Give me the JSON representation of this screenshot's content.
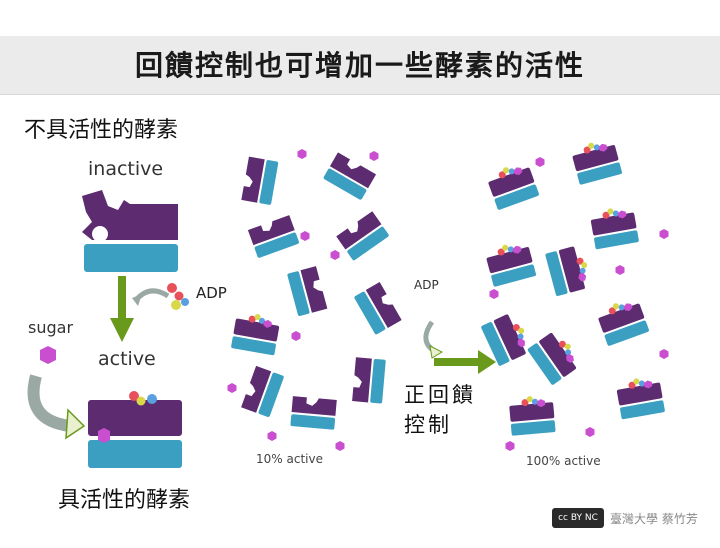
{
  "title": "回饋控制也可增加一些酵素的活性",
  "labels": {
    "inactive_enzyme": "不具活性的酵素",
    "inactive": "inactive",
    "adp_left": "ADP",
    "sugar": "sugar",
    "active": "active",
    "active_enzyme": "具活性的酵素",
    "adp_right": "ADP",
    "positive_feedback_line1": "正回饋",
    "positive_feedback_line2": "控制",
    "ten_percent": "10% active",
    "hundred_percent": "100% active"
  },
  "footer": {
    "license_badge": "cc BY NC SA",
    "credit": "臺灣大學 蔡竹芳"
  },
  "colors": {
    "purple": "#5c2b70",
    "blue": "#3a9fc0",
    "magenta": "#c94fd0",
    "adp_red": "#e8505a",
    "adp_yellow": "#d8d84a",
    "adp_blue": "#5aa0e0",
    "arrow_green": "#6a9a1c",
    "arrow_gray": "#9aa9a3"
  }
}
